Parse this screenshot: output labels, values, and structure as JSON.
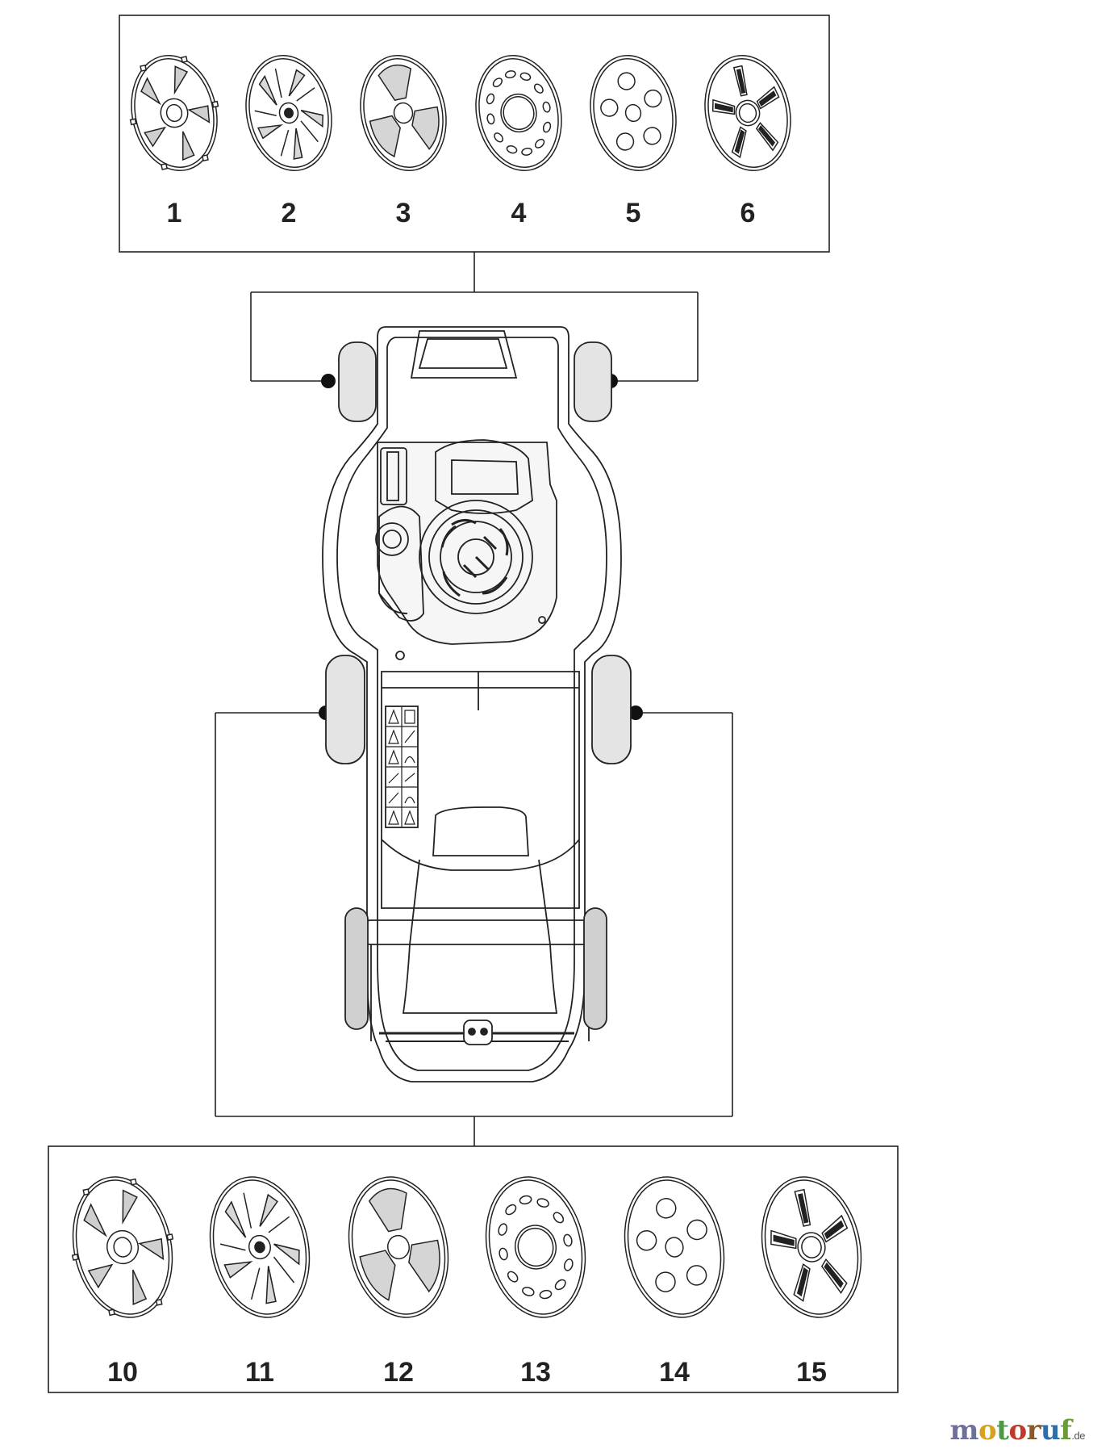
{
  "top_group": {
    "labels": [
      "1",
      "2",
      "3",
      "4",
      "5",
      "6"
    ],
    "styles": [
      "spoke",
      "vane",
      "tri",
      "holes-ring",
      "dimple",
      "sport"
    ]
  },
  "bottom_group": {
    "labels": [
      "10",
      "11",
      "12",
      "13",
      "14",
      "15"
    ],
    "styles": [
      "spoke",
      "vane",
      "tri",
      "holes-ring",
      "dimple",
      "sport"
    ]
  },
  "watermark": {
    "letters": [
      "m",
      "o",
      "t",
      "o",
      "r",
      "u",
      "f"
    ],
    "colors": [
      "#6f6f9c",
      "#d7a11d",
      "#4d9a46",
      "#c0392b",
      "#8a5a2b",
      "#2f6fa8",
      "#6a9d3a"
    ],
    "suffix": ".de"
  }
}
